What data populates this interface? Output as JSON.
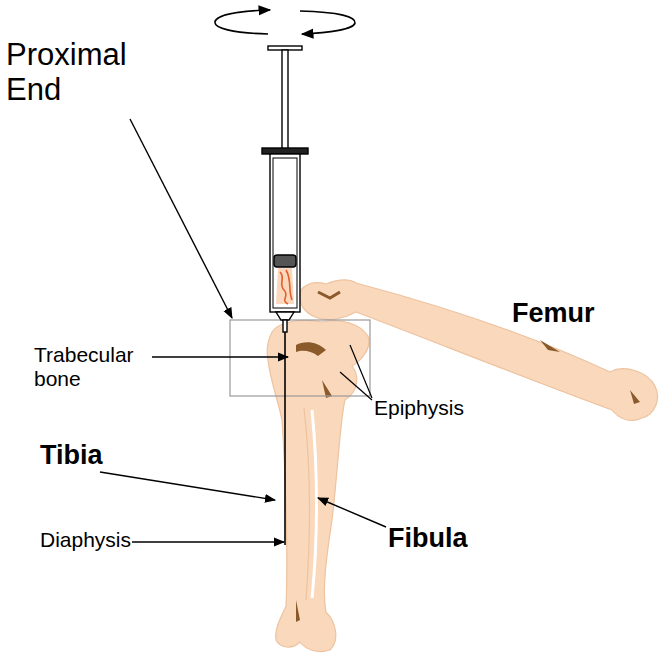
{
  "diagram": {
    "labels": [
      "Proximal End",
      "Trabecular bone",
      "Epiphysis",
      "Femur",
      "Tibia",
      "Diaphysis",
      "Fibula"
    ]
  }
}
